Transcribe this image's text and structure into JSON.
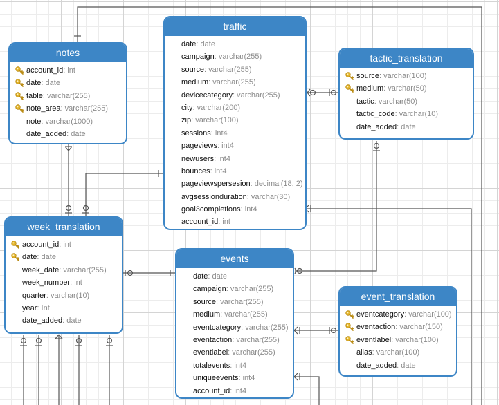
{
  "tables": {
    "notes": {
      "name": "notes",
      "fields": [
        {
          "name": "account_id",
          "type": "int",
          "key": true
        },
        {
          "name": "date",
          "type": "date",
          "key": true
        },
        {
          "name": "table",
          "type": "varchar(255)",
          "key": true
        },
        {
          "name": "note_area",
          "type": "varchar(255)",
          "key": true
        },
        {
          "name": "note",
          "type": "varchar(1000)",
          "key": false
        },
        {
          "name": "date_added",
          "type": "date",
          "key": false
        }
      ]
    },
    "traffic": {
      "name": "traffic",
      "fields": [
        {
          "name": "date",
          "type": "date",
          "key": false
        },
        {
          "name": "campaign",
          "type": "varchar(255)",
          "key": false
        },
        {
          "name": "source",
          "type": "varchar(255)",
          "key": false
        },
        {
          "name": "medium",
          "type": "varchar(255)",
          "key": false
        },
        {
          "name": "devicecategory",
          "type": "varchar(255)",
          "key": false
        },
        {
          "name": "city",
          "type": "varchar(200)",
          "key": false
        },
        {
          "name": "zip",
          "type": "varchar(100)",
          "key": false
        },
        {
          "name": "sessions",
          "type": "int4",
          "key": false
        },
        {
          "name": "pageviews",
          "type": "int4",
          "key": false
        },
        {
          "name": "newusers",
          "type": "int4",
          "key": false
        },
        {
          "name": "bounces",
          "type": "int4",
          "key": false
        },
        {
          "name": "pageviewspersesion",
          "type": "decimal(18, 2)",
          "key": false
        },
        {
          "name": "avgsessionduration",
          "type": "varchar(30)",
          "key": false
        },
        {
          "name": "goal3completions",
          "type": "int4",
          "key": false
        },
        {
          "name": "account_id",
          "type": "int",
          "key": false
        }
      ]
    },
    "tactic_translation": {
      "name": "tactic_translation",
      "fields": [
        {
          "name": "source",
          "type": "varchar(100)",
          "key": true
        },
        {
          "name": "medium",
          "type": "varchar(50)",
          "key": true
        },
        {
          "name": "tactic",
          "type": "varchar(50)",
          "key": false
        },
        {
          "name": "tactic_code",
          "type": "varchar(10)",
          "key": false
        },
        {
          "name": "date_added",
          "type": "date",
          "key": false
        }
      ]
    },
    "week_translation": {
      "name": "week_translation",
      "fields": [
        {
          "name": "account_id",
          "type": "int",
          "key": true
        },
        {
          "name": "date",
          "type": "date",
          "key": true
        },
        {
          "name": "week_date",
          "type": "varchar(255)",
          "key": false
        },
        {
          "name": "week_number",
          "type": "int",
          "key": false
        },
        {
          "name": "quarter",
          "type": "varchar(10)",
          "key": false
        },
        {
          "name": "year",
          "type": "Int",
          "key": false
        },
        {
          "name": "date_added",
          "type": "date",
          "key": false
        }
      ]
    },
    "events": {
      "name": "events",
      "fields": [
        {
          "name": "date",
          "type": "date",
          "key": false
        },
        {
          "name": "campaign",
          "type": "varchar(255)",
          "key": false
        },
        {
          "name": "source",
          "type": "varchar(255)",
          "key": false
        },
        {
          "name": "medium",
          "type": "varchar(255)",
          "key": false
        },
        {
          "name": "eventcategory",
          "type": "varchar(255)",
          "key": false
        },
        {
          "name": "eventaction",
          "type": "varchar(255)",
          "key": false
        },
        {
          "name": "eventlabel",
          "type": "varchar(255)",
          "key": false
        },
        {
          "name": "totalevents",
          "type": "int4",
          "key": false
        },
        {
          "name": "uniqueevents",
          "type": "int4",
          "key": false
        },
        {
          "name": "account_id",
          "type": "int4",
          "key": false
        }
      ]
    },
    "event_translation": {
      "name": "event_translation",
      "fields": [
        {
          "name": "eventcategory",
          "type": "varchar(100)",
          "key": true
        },
        {
          "name": "eventaction",
          "type": "varchar(150)",
          "key": true
        },
        {
          "name": "eventlabel",
          "type": "varchar(100)",
          "key": true
        },
        {
          "name": "alias",
          "type": "varchar(100)",
          "key": false
        },
        {
          "name": "date_added",
          "type": "date",
          "key": false
        }
      ]
    }
  },
  "colors": {
    "header": "#3d86c6",
    "border": "#3d86c6",
    "field_name": "#111111",
    "field_type": "#8c8c8c",
    "key_icon": "#e4b52a",
    "connector": "#555555"
  }
}
